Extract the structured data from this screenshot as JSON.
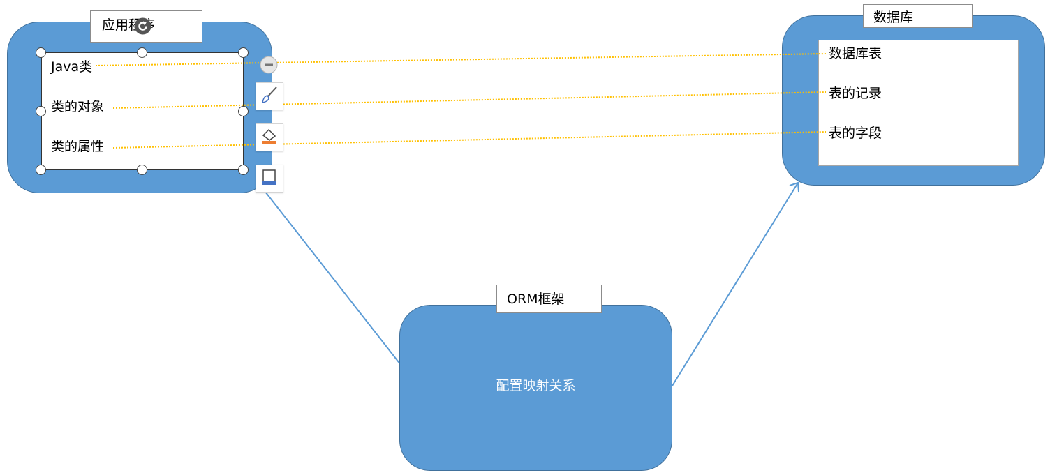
{
  "app_box": {
    "title": "应用程序",
    "items": [
      "Java类",
      "类的对象",
      "类的属性"
    ]
  },
  "db_box": {
    "title": "数据库",
    "items": [
      "数据库表",
      "表的记录",
      "表的字段"
    ]
  },
  "orm_box": {
    "title": "ORM框架",
    "content": "配置映射关系"
  },
  "icons": [
    "rotate-icon",
    "collapse-icon",
    "brush-icon",
    "fill-icon",
    "outline-icon"
  ],
  "colors": {
    "shape_fill": "#5b9bd5",
    "shape_border": "#41719c",
    "mapping_line": "#ffc000",
    "connector": "#5b9bd5"
  }
}
